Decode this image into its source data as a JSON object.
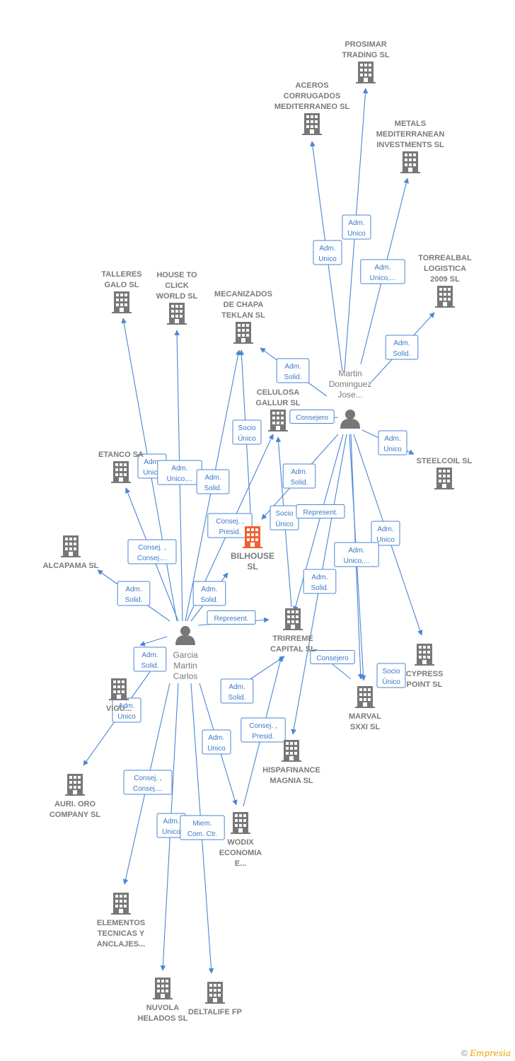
{
  "colors": {
    "edge": "#4a86d4",
    "company": "#777777",
    "main_company": "#f06030",
    "label": "#7a7a7a"
  },
  "companies": [
    {
      "id": "prosimar",
      "lines": [
        "PROSIMAR",
        "TRADING  SL"
      ]
    },
    {
      "id": "aceros",
      "lines": [
        "ACEROS",
        "CORRUGADOS",
        "MEDITERRANEO SL"
      ]
    },
    {
      "id": "metals",
      "lines": [
        "METALS",
        "MEDITERRANEAN",
        "INVESTMENTS SL"
      ]
    },
    {
      "id": "torrealbal",
      "lines": [
        "TORREALBAL",
        "LOGISTICA",
        "2009 SL"
      ]
    },
    {
      "id": "talleres",
      "lines": [
        "TALLERES",
        "GALO SL"
      ]
    },
    {
      "id": "housetoclick",
      "lines": [
        "HOUSE TO",
        "CLICK",
        "WORLD SL"
      ]
    },
    {
      "id": "mecanizados",
      "lines": [
        "MECANIZADOS",
        "DE CHAPA",
        "TEKLAN  SL"
      ]
    },
    {
      "id": "celulosa",
      "lines": [
        "CELULOSA",
        "GALLUR SL"
      ]
    },
    {
      "id": "etanco",
      "lines": [
        "ETANCO SA"
      ]
    },
    {
      "id": "steelcoil",
      "lines": [
        "STEELCOIL  SL"
      ]
    },
    {
      "id": "alcapama",
      "lines": [
        "ALCAPAMA SL"
      ]
    },
    {
      "id": "bilhouse",
      "lines": [
        "BILHOUSE",
        "SL"
      ],
      "main": true
    },
    {
      "id": "trirreme",
      "lines": [
        "TRIRREME",
        "CAPITAL  SL"
      ]
    },
    {
      "id": "cypress",
      "lines": [
        "CYPRESS",
        "POINT  SL"
      ]
    },
    {
      "id": "vigu",
      "lines": [
        "VIGU..."
      ]
    },
    {
      "id": "marval",
      "lines": [
        "MARVAL",
        "SXXI  SL"
      ]
    },
    {
      "id": "hispafinance",
      "lines": [
        "HISPAFINANCE",
        "MAGNIA  SL"
      ]
    },
    {
      "id": "aurioro",
      "lines": [
        "AURI.  ORO",
        "COMPANY SL"
      ]
    },
    {
      "id": "wodix",
      "lines": [
        "WODIX",
        "ECONOMIA",
        "E..."
      ]
    },
    {
      "id": "elementos",
      "lines": [
        "ELEMENTOS",
        "TECNICAS Y",
        "ANCLAJES..."
      ]
    },
    {
      "id": "nuvola",
      "lines": [
        "NUVOLA",
        "HELADOS SL"
      ]
    },
    {
      "id": "deltalife",
      "lines": [
        "DELTALIFE FP"
      ]
    }
  ],
  "persons": [
    {
      "id": "martin",
      "lines": [
        "Martin",
        "Dominguez",
        "Jose..."
      ]
    },
    {
      "id": "garcia",
      "lines": [
        "Garcia",
        "Martin",
        "Carlos"
      ]
    }
  ],
  "edges": [
    {
      "id": "e1",
      "lines": [
        "Adm.",
        "Unico"
      ]
    },
    {
      "id": "e2",
      "lines": [
        "Adm.",
        "Unico"
      ]
    },
    {
      "id": "e3",
      "lines": [
        "Adm.",
        "Unico,..."
      ]
    },
    {
      "id": "e4",
      "lines": [
        "Adm.",
        "Solid."
      ]
    },
    {
      "id": "e5",
      "lines": [
        "Adm.",
        "Solid."
      ]
    },
    {
      "id": "e6",
      "lines": [
        "Consejero"
      ]
    },
    {
      "id": "e7",
      "lines": [
        "Adm.",
        "Unico"
      ]
    },
    {
      "id": "e8",
      "lines": [
        "Adm.",
        "Solid."
      ]
    },
    {
      "id": "e9",
      "lines": [
        "Socio",
        "Único"
      ]
    },
    {
      "id": "e10",
      "lines": [
        "Represent."
      ]
    },
    {
      "id": "e11",
      "lines": [
        "Adm.",
        "Unico"
      ]
    },
    {
      "id": "e12",
      "lines": [
        "Adm.",
        "Unico,..."
      ]
    },
    {
      "id": "e13",
      "lines": [
        "Adm.",
        "Solid."
      ]
    },
    {
      "id": "e14",
      "lines": [
        "Consejero"
      ]
    },
    {
      "id": "e15",
      "lines": [
        "Socio",
        "Único"
      ]
    },
    {
      "id": "e16",
      "lines": [
        "Socio",
        "Único"
      ]
    },
    {
      "id": "e17",
      "lines": [
        "Adm.",
        "Unico"
      ]
    },
    {
      "id": "e18",
      "lines": [
        "Adm.",
        "Unico,..."
      ]
    },
    {
      "id": "e19",
      "lines": [
        "Adm.",
        "Solid."
      ]
    },
    {
      "id": "e20",
      "lines": [
        "Consej. ,",
        "Presid."
      ]
    },
    {
      "id": "e21",
      "lines": [
        "Consej. ,",
        "Consej...."
      ]
    },
    {
      "id": "e22",
      "lines": [
        "Adm.",
        "Solid."
      ]
    },
    {
      "id": "e23",
      "lines": [
        "Adm.",
        "Solid."
      ]
    },
    {
      "id": "e24",
      "lines": [
        "Represent."
      ]
    },
    {
      "id": "e25",
      "lines": [
        "Adm.",
        "Solid."
      ]
    },
    {
      "id": "e26",
      "lines": [
        "Adm.",
        "Unico"
      ]
    },
    {
      "id": "e27",
      "lines": [
        "Adm.",
        "Solid."
      ]
    },
    {
      "id": "e28",
      "lines": [
        "Consej. ,",
        "Presid."
      ]
    },
    {
      "id": "e29",
      "lines": [
        "Adm.",
        "Unico"
      ]
    },
    {
      "id": "e30",
      "lines": [
        "Consej. ,",
        "Consej...."
      ]
    },
    {
      "id": "e31",
      "lines": [
        "Adm.",
        "Unico"
      ]
    },
    {
      "id": "e32",
      "lines": [
        "Miem.",
        "Com. Ctr."
      ]
    }
  ],
  "footer": {
    "copyright": "©",
    "brand": "Empresia"
  }
}
